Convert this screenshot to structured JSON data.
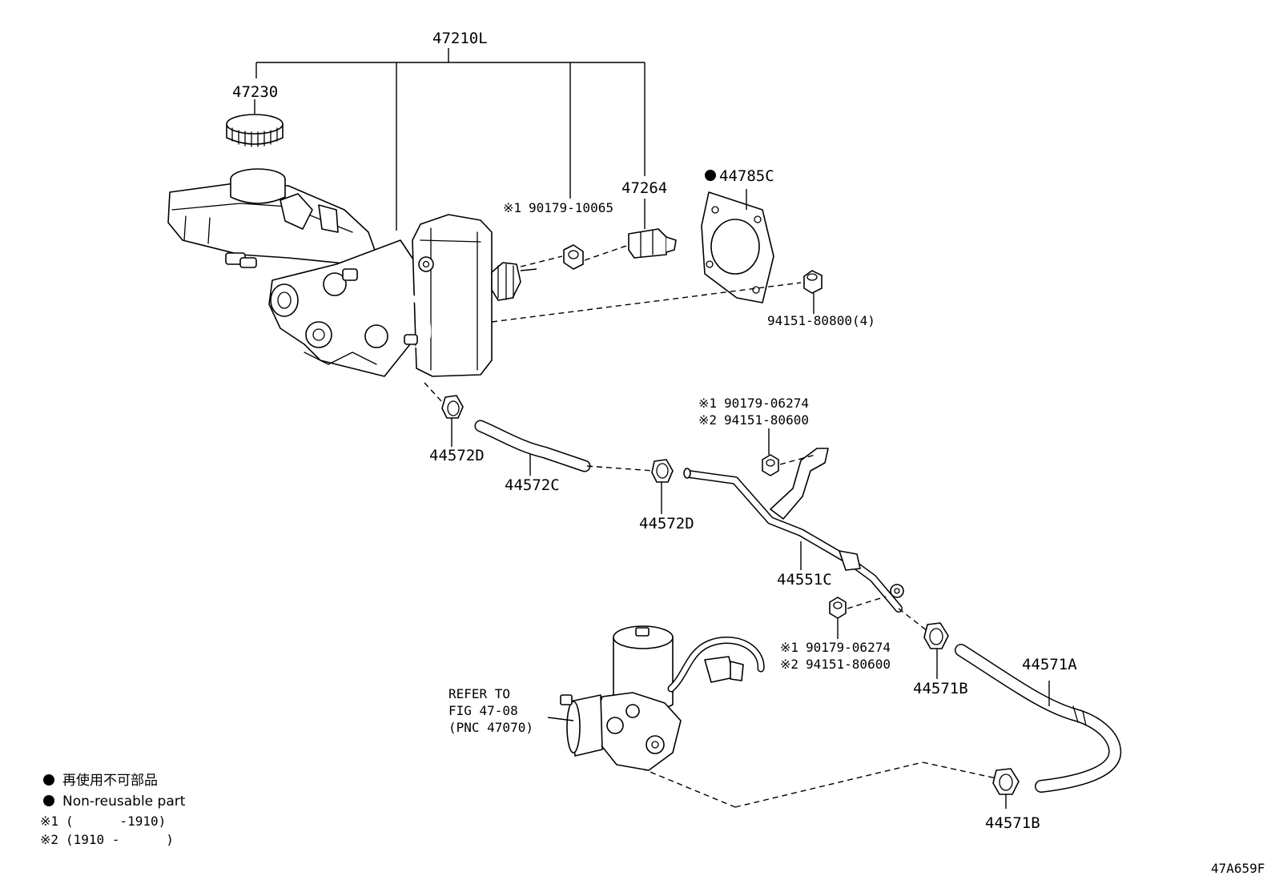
{
  "diagram": {
    "figure_id": "47A659F",
    "labels": {
      "assembly": "47210L",
      "cap": "47230",
      "clip_upper": "47264",
      "gasket": "44785C",
      "nut_upper": "90179-10065",
      "nut_upper_prefix": "※1",
      "bolt_upper": "94151-80800(4)",
      "clamp_a": "44572D",
      "hose_a": "44572C",
      "clamp_b": "44572D",
      "pipe": "44551C",
      "nut_pipe_1": "90179-06274",
      "nut_pipe_1_prefix": "※1",
      "nut_pipe_2": "94151-80600",
      "nut_pipe_2_prefix": "※2",
      "nut_lower_1": "90179-06274",
      "nut_lower_1_prefix": "※1",
      "nut_lower_2": "94151-80600",
      "nut_lower_2_prefix": "※2",
      "clamp_c": "44571B",
      "hose_b": "44571A",
      "clamp_d": "44571B",
      "refer_line1": "REFER TO",
      "refer_line2": "FIG 47-08",
      "refer_line3": "(PNC 47070)"
    },
    "legend": {
      "jp_nonreusable": "再使用不可部品",
      "en_nonreusable": "Non-reusable part",
      "note1_mark": "※1",
      "note1_text": "(      -1910)",
      "note2_mark": "※2",
      "note2_text": "(1910 -      )"
    }
  }
}
